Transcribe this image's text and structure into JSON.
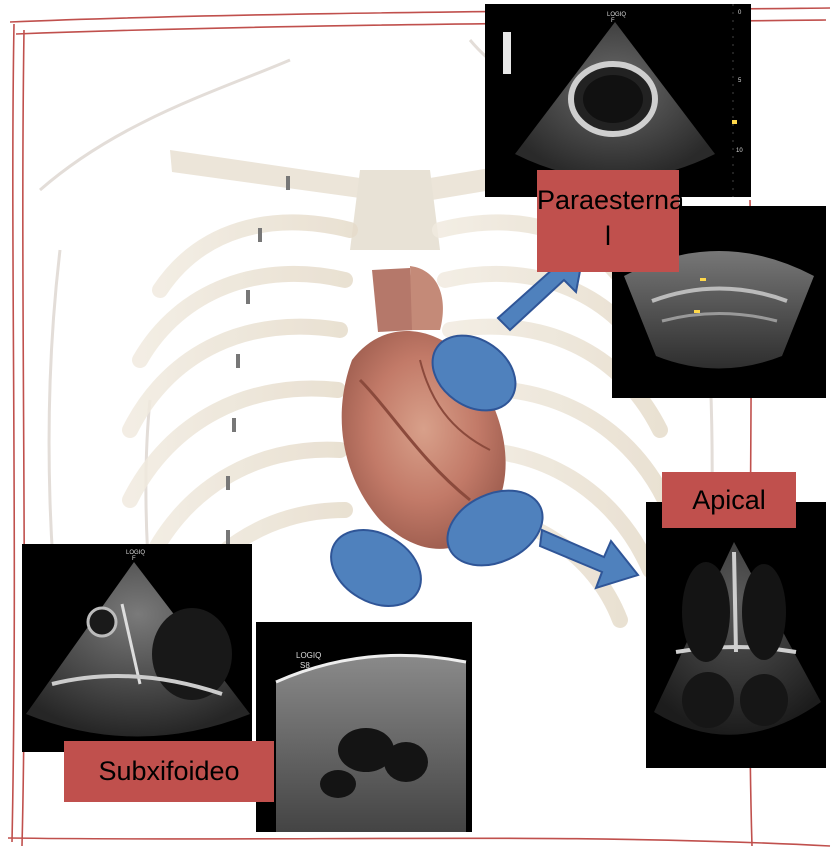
{
  "labels": {
    "paraesternal_line1": "Paraesterna",
    "paraesternal_line2": "l",
    "apical": "Apical",
    "subxifoideo": "Subxifoideo"
  },
  "ultrasound_overlays": {
    "brand": "LOGIQ",
    "mode_small": "F",
    "mode_s8": "S8",
    "depth_5": "5",
    "depth_10": "10",
    "depth_0": "0"
  },
  "colors": {
    "label_fill": "#c0504d",
    "marker_fill": "#4f81bd",
    "marker_stroke": "#2f5597",
    "frame": "#c0504d",
    "panel_bg": "#000000"
  },
  "icons": {
    "heart": "anatomical-heart-icon",
    "ribcage": "ribcage-illustration",
    "arrow": "block-arrow-icon"
  }
}
